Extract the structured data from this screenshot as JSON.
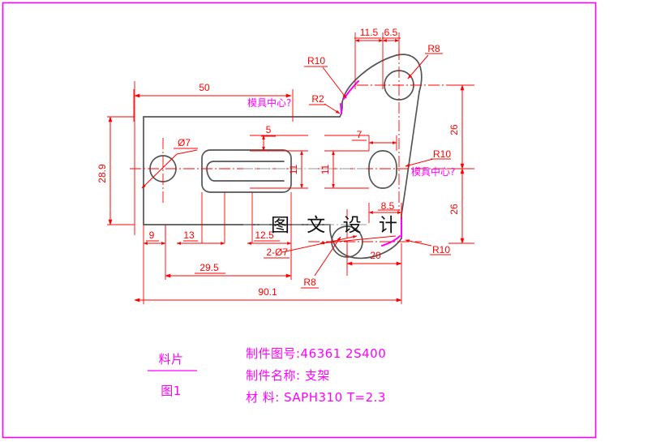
{
  "document": {
    "type": "cad-technical-drawing",
    "border_color": "#ff00ff",
    "background": "#ffffff"
  },
  "watermark": {
    "text": "图 文 设 计"
  },
  "part_label": {
    "line1": "料片",
    "line2": "图1"
  },
  "titleblock": {
    "drawing_no_label": "制件图号:",
    "drawing_no_value": "46361 2S400",
    "part_name_label": "制件名称:",
    "part_name_value": "支架",
    "material_label": "材  料:",
    "material_value": "SAPH310  T=2.3",
    "line1": "制件图号:46361 2S400",
    "line2": "制件名称:  支架",
    "line3": "材  料: SAPH310  T=2.3"
  },
  "notes": {
    "mold_center_top": "模具中心?",
    "mold_center_right": "模具中心?"
  },
  "dimensions": {
    "overall_length": "90.1",
    "top_width": "50",
    "left_height": "28.9",
    "top_a": "11.5",
    "top_b": "6.5",
    "right_upper": "26",
    "right_lower": "26",
    "slot_offset": "5",
    "slot_height_left": "11",
    "oval_width": "7",
    "oval_height": "11",
    "bottom_a": "9",
    "bottom_b": "13",
    "bottom_c": "12.5",
    "bottom_total": "29.5",
    "bottom_right": "20",
    "step": "8.5"
  },
  "radii": {
    "r10_top": "R10",
    "r2": "R2",
    "r8_top": "R8",
    "r10_right": "R10",
    "r10_bottom": "R10",
    "r8_bottom": "R8"
  },
  "holes": {
    "hole_left": "Ø7",
    "hole_pair": "2-Ø7"
  }
}
